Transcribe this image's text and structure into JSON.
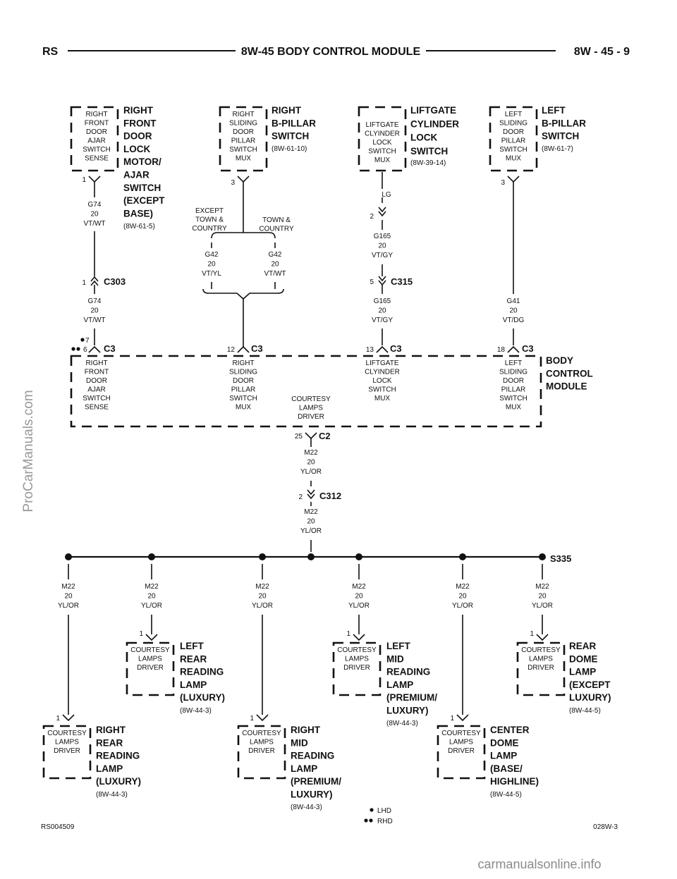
{
  "header": {
    "left": "RS",
    "center": "8W-45 BODY CONTROL MODULE",
    "right": "8W - 45 - 9"
  },
  "footer": {
    "left": "RS004509",
    "right": "028W-3"
  },
  "legend": {
    "lhd": "LHD",
    "rhd": "RHD"
  },
  "watermarks": {
    "side": "ProCarManuals.com",
    "bottom": "carmanualsonline.info"
  },
  "components": {
    "rf_door": {
      "box": [
        "RIGHT",
        "FRONT",
        "DOOR",
        "AJAR",
        "SWITCH",
        "SENSE"
      ],
      "title": [
        "RIGHT",
        "FRONT",
        "DOOR",
        "LOCK",
        "MOTOR/",
        "AJAR",
        "SWITCH",
        "(EXCEPT",
        "BASE)"
      ],
      "ref": "(8W-61-5)",
      "pin": "1"
    },
    "r_bpillar": {
      "box": [
        "RIGHT",
        "SLIDING",
        "DOOR",
        "PILLAR",
        "SWITCH",
        "MUX"
      ],
      "title": [
        "RIGHT",
        "B-PILLAR",
        "SWITCH"
      ],
      "ref": "(8W-61-10)",
      "pin": "3"
    },
    "liftgate": {
      "box": [
        "LIFTGATE",
        "CLYINDER",
        "LOCK",
        "SWITCH",
        "MUX"
      ],
      "title": [
        "LIFTGATE",
        "CYLINDER",
        "LOCK",
        "SWITCH"
      ],
      "ref": "(8W-39-14)",
      "wire": "LG"
    },
    "l_bpillar": {
      "box": [
        "LEFT",
        "SLIDING",
        "DOOR",
        "PILLAR",
        "SWITCH",
        "MUX"
      ],
      "title": [
        "LEFT",
        "B-PILLAR",
        "SWITCH"
      ],
      "ref": "(8W-61-7)",
      "pin": "3"
    },
    "bcm": {
      "title": [
        "BODY",
        "CONTROL",
        "MODULE"
      ],
      "col1": [
        "RIGHT",
        "FRONT",
        "DOOR",
        "AJAR",
        "SWITCH",
        "SENSE"
      ],
      "col2": [
        "RIGHT",
        "SLIDING",
        "DOOR",
        "PILLAR",
        "SWITCH",
        "MUX"
      ],
      "col3": [
        "COURTESY",
        "LAMPS",
        "DRIVER"
      ],
      "col4": [
        "LIFTGATE",
        "CLYINDER",
        "LOCK",
        "SWITCH",
        "MUX"
      ],
      "col5": [
        "LEFT",
        "SLIDING",
        "DOOR",
        "PILLAR",
        "SWITCH",
        "MUX"
      ]
    },
    "lamp_box": [
      "COURTESY",
      "LAMPS",
      "DRIVER"
    ],
    "lamps": {
      "left_rear": {
        "title": [
          "LEFT",
          "REAR",
          "READING",
          "LAMP",
          "(LUXURY)"
        ],
        "ref": "(8W-44-3)",
        "pin": "1"
      },
      "left_mid": {
        "title": [
          "LEFT",
          "MID",
          "READING",
          "LAMP",
          "(PREMIUM/",
          "LUXURY)"
        ],
        "ref": "(8W-44-3)",
        "pin": "1"
      },
      "rear_dome": {
        "title": [
          "REAR",
          "DOME",
          "LAMP",
          "(EXCEPT",
          "LUXURY)"
        ],
        "ref": "(8W-44-5)",
        "pin": "1"
      },
      "right_rear": {
        "title": [
          "RIGHT",
          "REAR",
          "READING",
          "LAMP",
          "(LUXURY)"
        ],
        "ref": "(8W-44-3)",
        "pin": "1"
      },
      "right_mid": {
        "title": [
          "RIGHT",
          "MID",
          "READING",
          "LAMP",
          "(PREMIUM/",
          "LUXURY)"
        ],
        "ref": "(8W-44-3)",
        "pin": "1"
      },
      "center_dome": {
        "title": [
          "CENTER",
          "DOME",
          "LAMP",
          "(BASE/",
          "HIGHLINE)"
        ],
        "ref": "(8W-44-5)",
        "pin": "1"
      }
    }
  },
  "wires": {
    "g74": [
      "G74",
      "20",
      "VT/WT"
    ],
    "g42_yl": [
      "G42",
      "20",
      "VT/YL"
    ],
    "g42_wt": [
      "G42",
      "20",
      "VT/WT"
    ],
    "g165": [
      "G165",
      "20",
      "VT/GY"
    ],
    "g41": [
      "G41",
      "20",
      "VT/DG"
    ],
    "m22": [
      "M22",
      "20",
      "YL/OR"
    ]
  },
  "options": {
    "except": [
      "EXCEPT",
      "TOWN &",
      "COUNTRY"
    ],
    "town": [
      "TOWN &",
      "COUNTRY"
    ]
  },
  "connectors": {
    "c303": {
      "name": "C303",
      "pin": "1"
    },
    "c315": {
      "name": "C315",
      "pin": "5"
    },
    "c315_top": {
      "pin": "2"
    },
    "c3_a": {
      "name": "C3",
      "pin_lhd": "7",
      "pin_rhd": "6"
    },
    "c3_b": {
      "name": "C3",
      "pin": "12"
    },
    "c3_c": {
      "name": "C3",
      "pin": "13"
    },
    "c3_d": {
      "name": "C3",
      "pin": "18"
    },
    "c2": {
      "name": "C2",
      "pin": "25"
    },
    "c312": {
      "name": "C312",
      "pin": "2"
    },
    "s335": {
      "name": "S335"
    }
  }
}
